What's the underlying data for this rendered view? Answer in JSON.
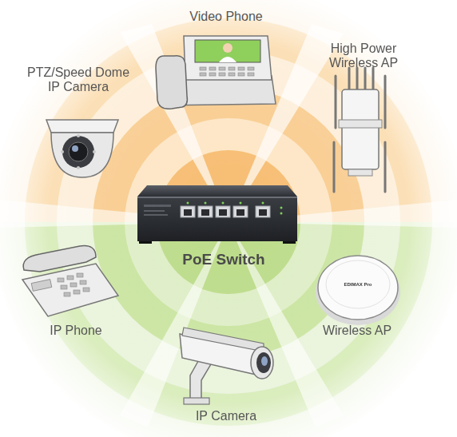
{
  "diagram": {
    "labels": [
      "Video Phone",
      "High Power Wireless AP",
      "PTZ/Speed Dome IP Camera",
      "PoE Switch",
      "IP Phone",
      "Wireless AP",
      "IP Camera",
      "EDIMAX Pro"
    ]
  }
}
